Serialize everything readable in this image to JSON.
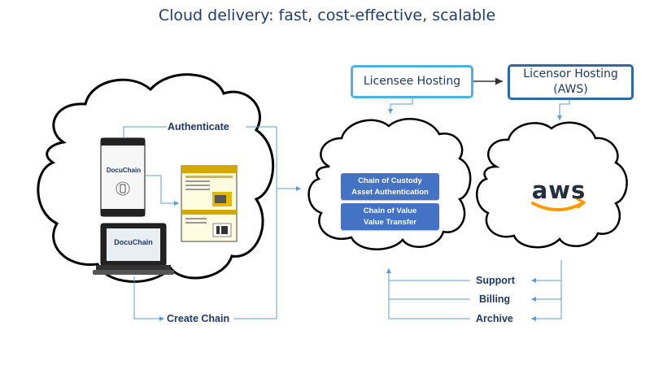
{
  "title": "Cloud delivery: fast, cost-effective, scalable",
  "hosting": {
    "licensee": "Licensee Hosting",
    "licensor_line1": "Licensor Hosting",
    "licensor_line2": "(AWS)"
  },
  "left_flow": {
    "authenticate": "Authenticate",
    "create_chain": "Create Chain"
  },
  "devices": {
    "phone_brand": "DocuChain",
    "laptop_brand": "DocuChain"
  },
  "middle_cloud": {
    "box1_line1": "Chain of Custody",
    "box1_line2": "Asset Authentication",
    "box2_line1": "Chain of Value",
    "box2_line2": "Value Transfer"
  },
  "aws_logo": "aws",
  "services": {
    "support": "Support",
    "billing": "Billing",
    "archive": "Archive"
  },
  "colors": {
    "title": "#1f3b73",
    "licensee_border": "#4bb3e3",
    "licensor_border": "#2b6aa8",
    "arrow": "#5b9bd5",
    "button": "#4472c4",
    "aws_orange": "#f90"
  }
}
